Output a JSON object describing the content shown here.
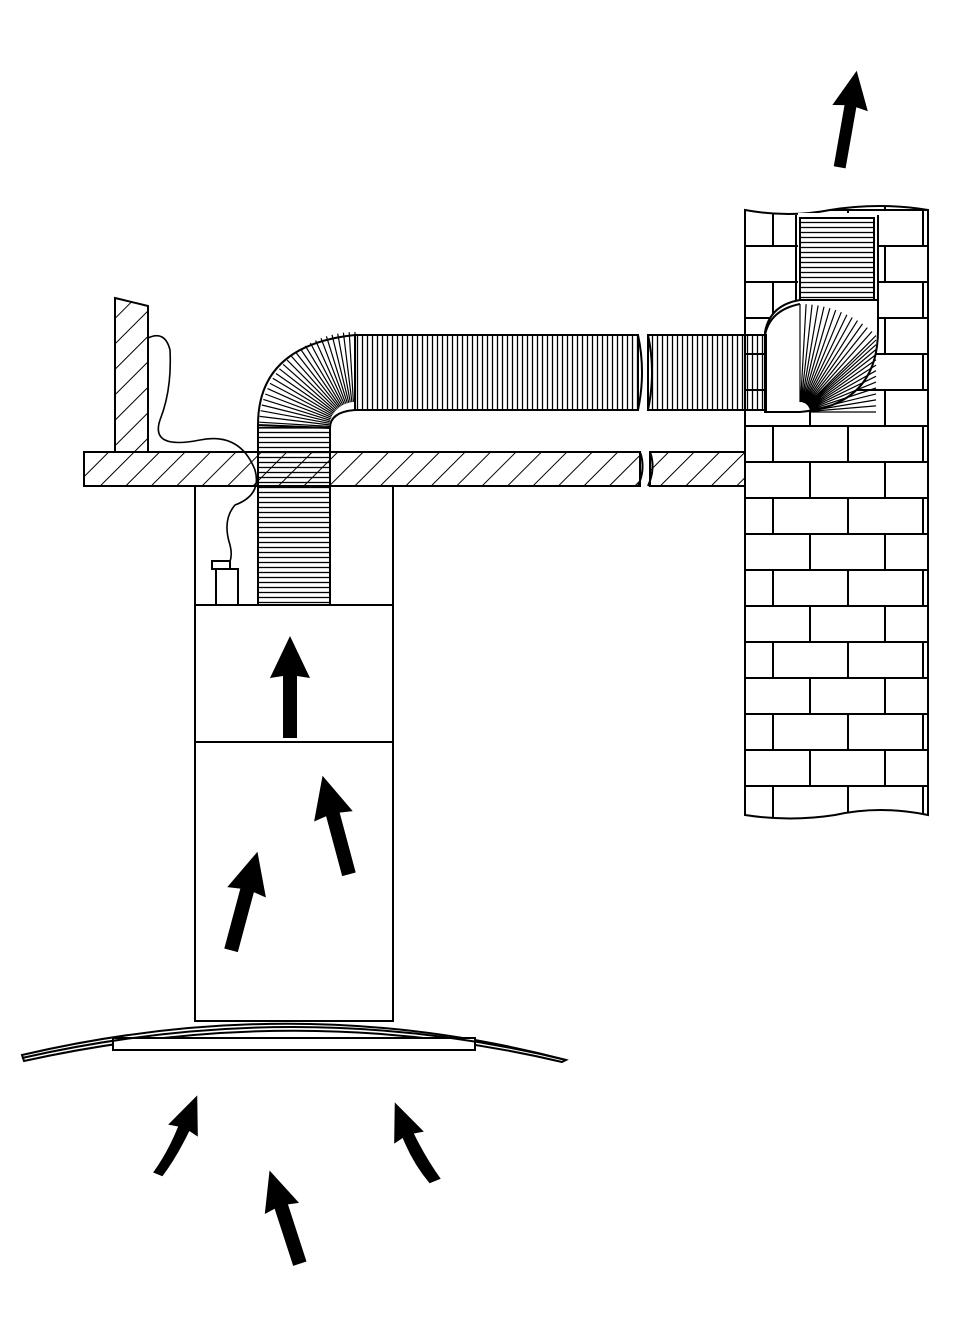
{
  "diagram": {
    "subject": "kitchen-hood-ducted-exhaust",
    "colors": {
      "ink": "#000000",
      "paper": "#ffffff"
    },
    "airflow": {
      "inlet_arrows": 3,
      "chimney_arrows": 3,
      "exhaust_arrows": 1
    }
  }
}
